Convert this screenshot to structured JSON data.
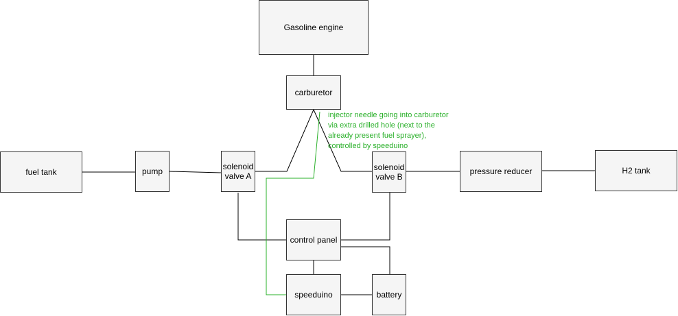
{
  "colors": {
    "box_fill": "#f5f5f5",
    "box_border": "#333333",
    "line": "#000000",
    "injector": "#2ab02a"
  },
  "nodes": {
    "gasoline_engine": "Gasoline engine",
    "carburetor": "carburetor",
    "fuel_tank": "fuel tank",
    "pump": "pump",
    "solenoid_a": [
      "solenoid",
      "valve A"
    ],
    "solenoid_b": [
      "solenoid",
      "valve B"
    ],
    "pressure_reducer": "pressure reducer",
    "h2_tank": "H2 tank",
    "control_panel": "control panel",
    "speeduino": "speeduino",
    "battery": "battery"
  },
  "annotation": [
    "injector needle going into carburetor",
    "via extra drilled hole (next to the",
    "already present fuel sprayer),",
    "controlled by speeduino"
  ]
}
